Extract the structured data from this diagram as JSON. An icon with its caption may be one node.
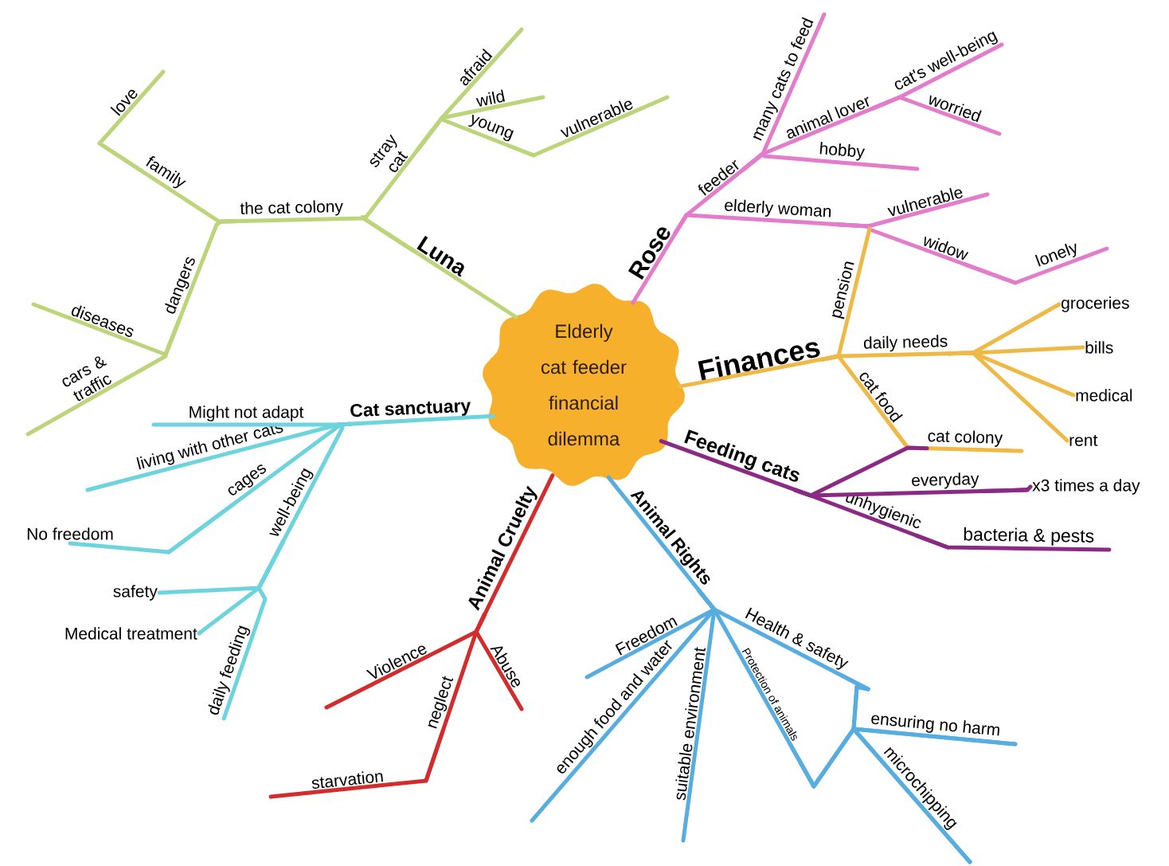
{
  "diagram": {
    "nodes": [
      {
        "text": [
          "Elderly cat feeder financial dilemma"
        ]
      },
      {
        "text": [
          "Luna"
        ]
      },
      {
        "text": [
          "the cat colony"
        ]
      },
      {
        "text": [
          "family"
        ]
      },
      {
        "text": [
          "love"
        ]
      },
      {
        "text": [
          "dangers"
        ]
      },
      {
        "text": [
          "diseases"
        ]
      },
      {
        "text": [
          "cars & traffic"
        ]
      },
      {
        "text": [
          "stray cat"
        ]
      },
      {
        "text": [
          "afraid"
        ]
      },
      {
        "text": [
          "wild"
        ]
      },
      {
        "text": [
          "young"
        ]
      },
      {
        "text": [
          "vulnerable"
        ]
      },
      {
        "text": [
          "Rose"
        ]
      },
      {
        "text": [
          "feeder"
        ]
      },
      {
        "text": [
          "many cats to feed"
        ]
      },
      {
        "text": [
          "animal lover"
        ]
      },
      {
        "text": [
          "cat's well-being"
        ]
      },
      {
        "text": [
          "worried"
        ]
      },
      {
        "text": [
          "hobby"
        ]
      },
      {
        "text": [
          "elderly woman"
        ]
      },
      {
        "text": [
          "vulnerable"
        ]
      },
      {
        "text": [
          "widow"
        ]
      },
      {
        "text": [
          "lonely"
        ]
      },
      {
        "text": [
          "Finances"
        ]
      },
      {
        "text": [
          "pension"
        ]
      },
      {
        "text": [
          "daily needs"
        ]
      },
      {
        "text": [
          "groceries"
        ]
      },
      {
        "text": [
          "bills"
        ]
      },
      {
        "text": [
          "medical"
        ]
      },
      {
        "text": [
          "rent"
        ]
      },
      {
        "text": [
          "cat food"
        ]
      },
      {
        "text": [
          "cat colony"
        ]
      },
      {
        "text": [
          "Feeding cats"
        ]
      },
      {
        "text": [
          "everyday"
        ]
      },
      {
        "text": [
          "unhygienic"
        ]
      },
      {
        "text": [
          "bacteria & pests"
        ]
      },
      {
        "text": [
          "Animal Rights"
        ]
      },
      {
        "text": [
          "Freedom"
        ]
      },
      {
        "text": [
          "enough food and water"
        ]
      },
      {
        "text": [
          "suitable environment"
        ]
      },
      {
        "text": [
          "Protection of animals"
        ]
      },
      {
        "text": [
          "Health & safety"
        ]
      },
      {
        "text": [
          "ensuring no harm"
        ]
      },
      {
        "text": [
          "microchipping"
        ]
      },
      {
        "text": [
          "Animal Cruelty"
        ]
      },
      {
        "text": [
          "Violence"
        ]
      },
      {
        "text": [
          "Abuse"
        ]
      },
      {
        "text": [
          "neglect"
        ]
      },
      {
        "text": [
          "starvation"
        ]
      },
      {
        "text": [
          "Cat sanctuary"
        ]
      },
      {
        "text": [
          "Might not adapt"
        ]
      },
      {
        "text": [
          "living with other cats"
        ]
      },
      {
        "text": [
          "cages"
        ]
      },
      {
        "text": [
          "No freedom"
        ]
      },
      {
        "text": [
          "well-being"
        ]
      },
      {
        "text": [
          "safety"
        ]
      },
      {
        "text": [
          "Medical treatment"
        ]
      },
      {
        "text": [
          "daily feeding"
        ]
      },
      {
        "text": [
          "x3 times a day"
        ]
      }
    ],
    "edges": [
      {
        "from": 0,
        "to": 1,
        "arrow": "none",
        "color": "#bdd57a"
      },
      {
        "from": 1,
        "to": 2,
        "arrow": "none",
        "color": "#bdd57a"
      },
      {
        "from": 2,
        "to": 3,
        "arrow": "none",
        "color": "#bdd57a"
      },
      {
        "from": 3,
        "to": 4,
        "arrow": "none",
        "color": "#bdd57a"
      },
      {
        "from": 2,
        "to": 5,
        "arrow": "none",
        "color": "#bdd57a"
      },
      {
        "from": 5,
        "to": 6,
        "arrow": "none",
        "color": "#bdd57a"
      },
      {
        "from": 5,
        "to": 7,
        "arrow": "none",
        "color": "#bdd57a"
      },
      {
        "from": 1,
        "to": 8,
        "arrow": "none",
        "color": "#bdd57a"
      },
      {
        "from": 8,
        "to": 9,
        "arrow": "none",
        "color": "#bdd57a"
      },
      {
        "from": 8,
        "to": 10,
        "arrow": "none",
        "color": "#bdd57a"
      },
      {
        "from": 8,
        "to": 11,
        "arrow": "none",
        "color": "#bdd57a"
      },
      {
        "from": 11,
        "to": 12,
        "arrow": "none",
        "color": "#bdd57a"
      },
      {
        "from": 0,
        "to": 13,
        "arrow": "none",
        "color": "#e27ccb"
      },
      {
        "from": 13,
        "to": 14,
        "arrow": "none",
        "color": "#e27ccb"
      },
      {
        "from": 14,
        "to": 15,
        "arrow": "none",
        "color": "#e27ccb"
      },
      {
        "from": 14,
        "to": 16,
        "arrow": "none",
        "color": "#e27ccb"
      },
      {
        "from": 16,
        "to": 17,
        "arrow": "none",
        "color": "#e27ccb"
      },
      {
        "from": 16,
        "to": 18,
        "arrow": "none",
        "color": "#e27ccb"
      },
      {
        "from": 14,
        "to": 19,
        "arrow": "none",
        "color": "#e27ccb"
      },
      {
        "from": 13,
        "to": 20,
        "arrow": "none",
        "color": "#e27ccb"
      },
      {
        "from": 20,
        "to": 21,
        "arrow": "none",
        "color": "#e27ccb"
      },
      {
        "from": 20,
        "to": 22,
        "arrow": "none",
        "color": "#e27ccb"
      },
      {
        "from": 22,
        "to": 23,
        "arrow": "none",
        "color": "#e27ccb"
      },
      {
        "from": 0,
        "to": 24,
        "arrow": "none",
        "color": "#eeb946"
      },
      {
        "from": 24,
        "to": 25,
        "arrow": "none",
        "color": "#eeb946"
      },
      {
        "from": 24,
        "to": 26,
        "arrow": "none",
        "color": "#eeb946"
      },
      {
        "from": 26,
        "to": 27,
        "arrow": "none",
        "color": "#eeb946"
      },
      {
        "from": 26,
        "to": 28,
        "arrow": "none",
        "color": "#eeb946"
      },
      {
        "from": 26,
        "to": 29,
        "arrow": "none",
        "color": "#eeb946"
      },
      {
        "from": 26,
        "to": 30,
        "arrow": "none",
        "color": "#eeb946"
      },
      {
        "from": 24,
        "to": 31,
        "arrow": "none",
        "color": "#eeb946"
      },
      {
        "from": 31,
        "to": 32,
        "arrow": "none",
        "color": "#eeb946"
      },
      {
        "from": 0,
        "to": 33,
        "arrow": "none",
        "color": "#8b2a84"
      },
      {
        "from": 33,
        "to": 32,
        "arrow": "none",
        "color": "#8b2a84"
      },
      {
        "from": 33,
        "to": 34,
        "arrow": "none",
        "color": "#8b2a84"
      },
      {
        "from": 33,
        "to": 35,
        "arrow": "none",
        "color": "#8b2a84"
      },
      {
        "from": 35,
        "to": 36,
        "arrow": "none",
        "color": "#8b2a84"
      },
      {
        "from": 0,
        "to": 37,
        "arrow": "none",
        "color": "#55ade0"
      },
      {
        "from": 37,
        "to": 38,
        "arrow": "none",
        "color": "#55ade0"
      },
      {
        "from": 37,
        "to": 39,
        "arrow": "none",
        "color": "#55ade0"
      },
      {
        "from": 37,
        "to": 40,
        "arrow": "none",
        "color": "#55ade0"
      },
      {
        "from": 37,
        "to": 41,
        "arrow": "none",
        "color": "#55ade0"
      },
      {
        "from": 37,
        "to": 42,
        "arrow": "none",
        "color": "#55ade0"
      },
      {
        "from": 42,
        "to": 43,
        "arrow": "none",
        "color": "#55ade0"
      },
      {
        "from": 42,
        "to": 44,
        "arrow": "none",
        "color": "#55ade0"
      },
      {
        "from": 41,
        "to": 43,
        "arrow": "none",
        "color": "#55ade0"
      },
      {
        "from": 41,
        "to": 44,
        "arrow": "none",
        "color": "#55ade0"
      },
      {
        "from": 0,
        "to": 45,
        "arrow": "none",
        "color": "#d22c2c"
      },
      {
        "from": 45,
        "to": 46,
        "arrow": "none",
        "color": "#d22c2c"
      },
      {
        "from": 45,
        "to": 47,
        "arrow": "none",
        "color": "#d22c2c"
      },
      {
        "from": 45,
        "to": 48,
        "arrow": "none",
        "color": "#d22c2c"
      },
      {
        "from": 48,
        "to": 49,
        "arrow": "none",
        "color": "#d22c2c"
      },
      {
        "from": 0,
        "to": 50,
        "arrow": "none",
        "color": "#6dd3dc"
      },
      {
        "from": 50,
        "to": 51,
        "arrow": "none",
        "color": "#6dd3dc"
      },
      {
        "from": 50,
        "to": 52,
        "arrow": "none",
        "color": "#6dd3dc"
      },
      {
        "from": 50,
        "to": 53,
        "arrow": "none",
        "color": "#6dd3dc"
      },
      {
        "from": 53,
        "to": 54,
        "arrow": "none",
        "color": "#6dd3dc"
      },
      {
        "from": 50,
        "to": 55,
        "arrow": "none",
        "color": "#6dd3dc"
      },
      {
        "from": 55,
        "to": 56,
        "arrow": "none",
        "color": "#6dd3dc"
      },
      {
        "from": 55,
        "to": 57,
        "arrow": "none",
        "color": "#6dd3dc"
      },
      {
        "from": 55,
        "to": 58,
        "arrow": "none",
        "color": "#6dd3dc"
      },
      {
        "from": 34,
        "to": 59,
        "arrow": "none",
        "color": "#8b2a84"
      }
    ]
  }
}
